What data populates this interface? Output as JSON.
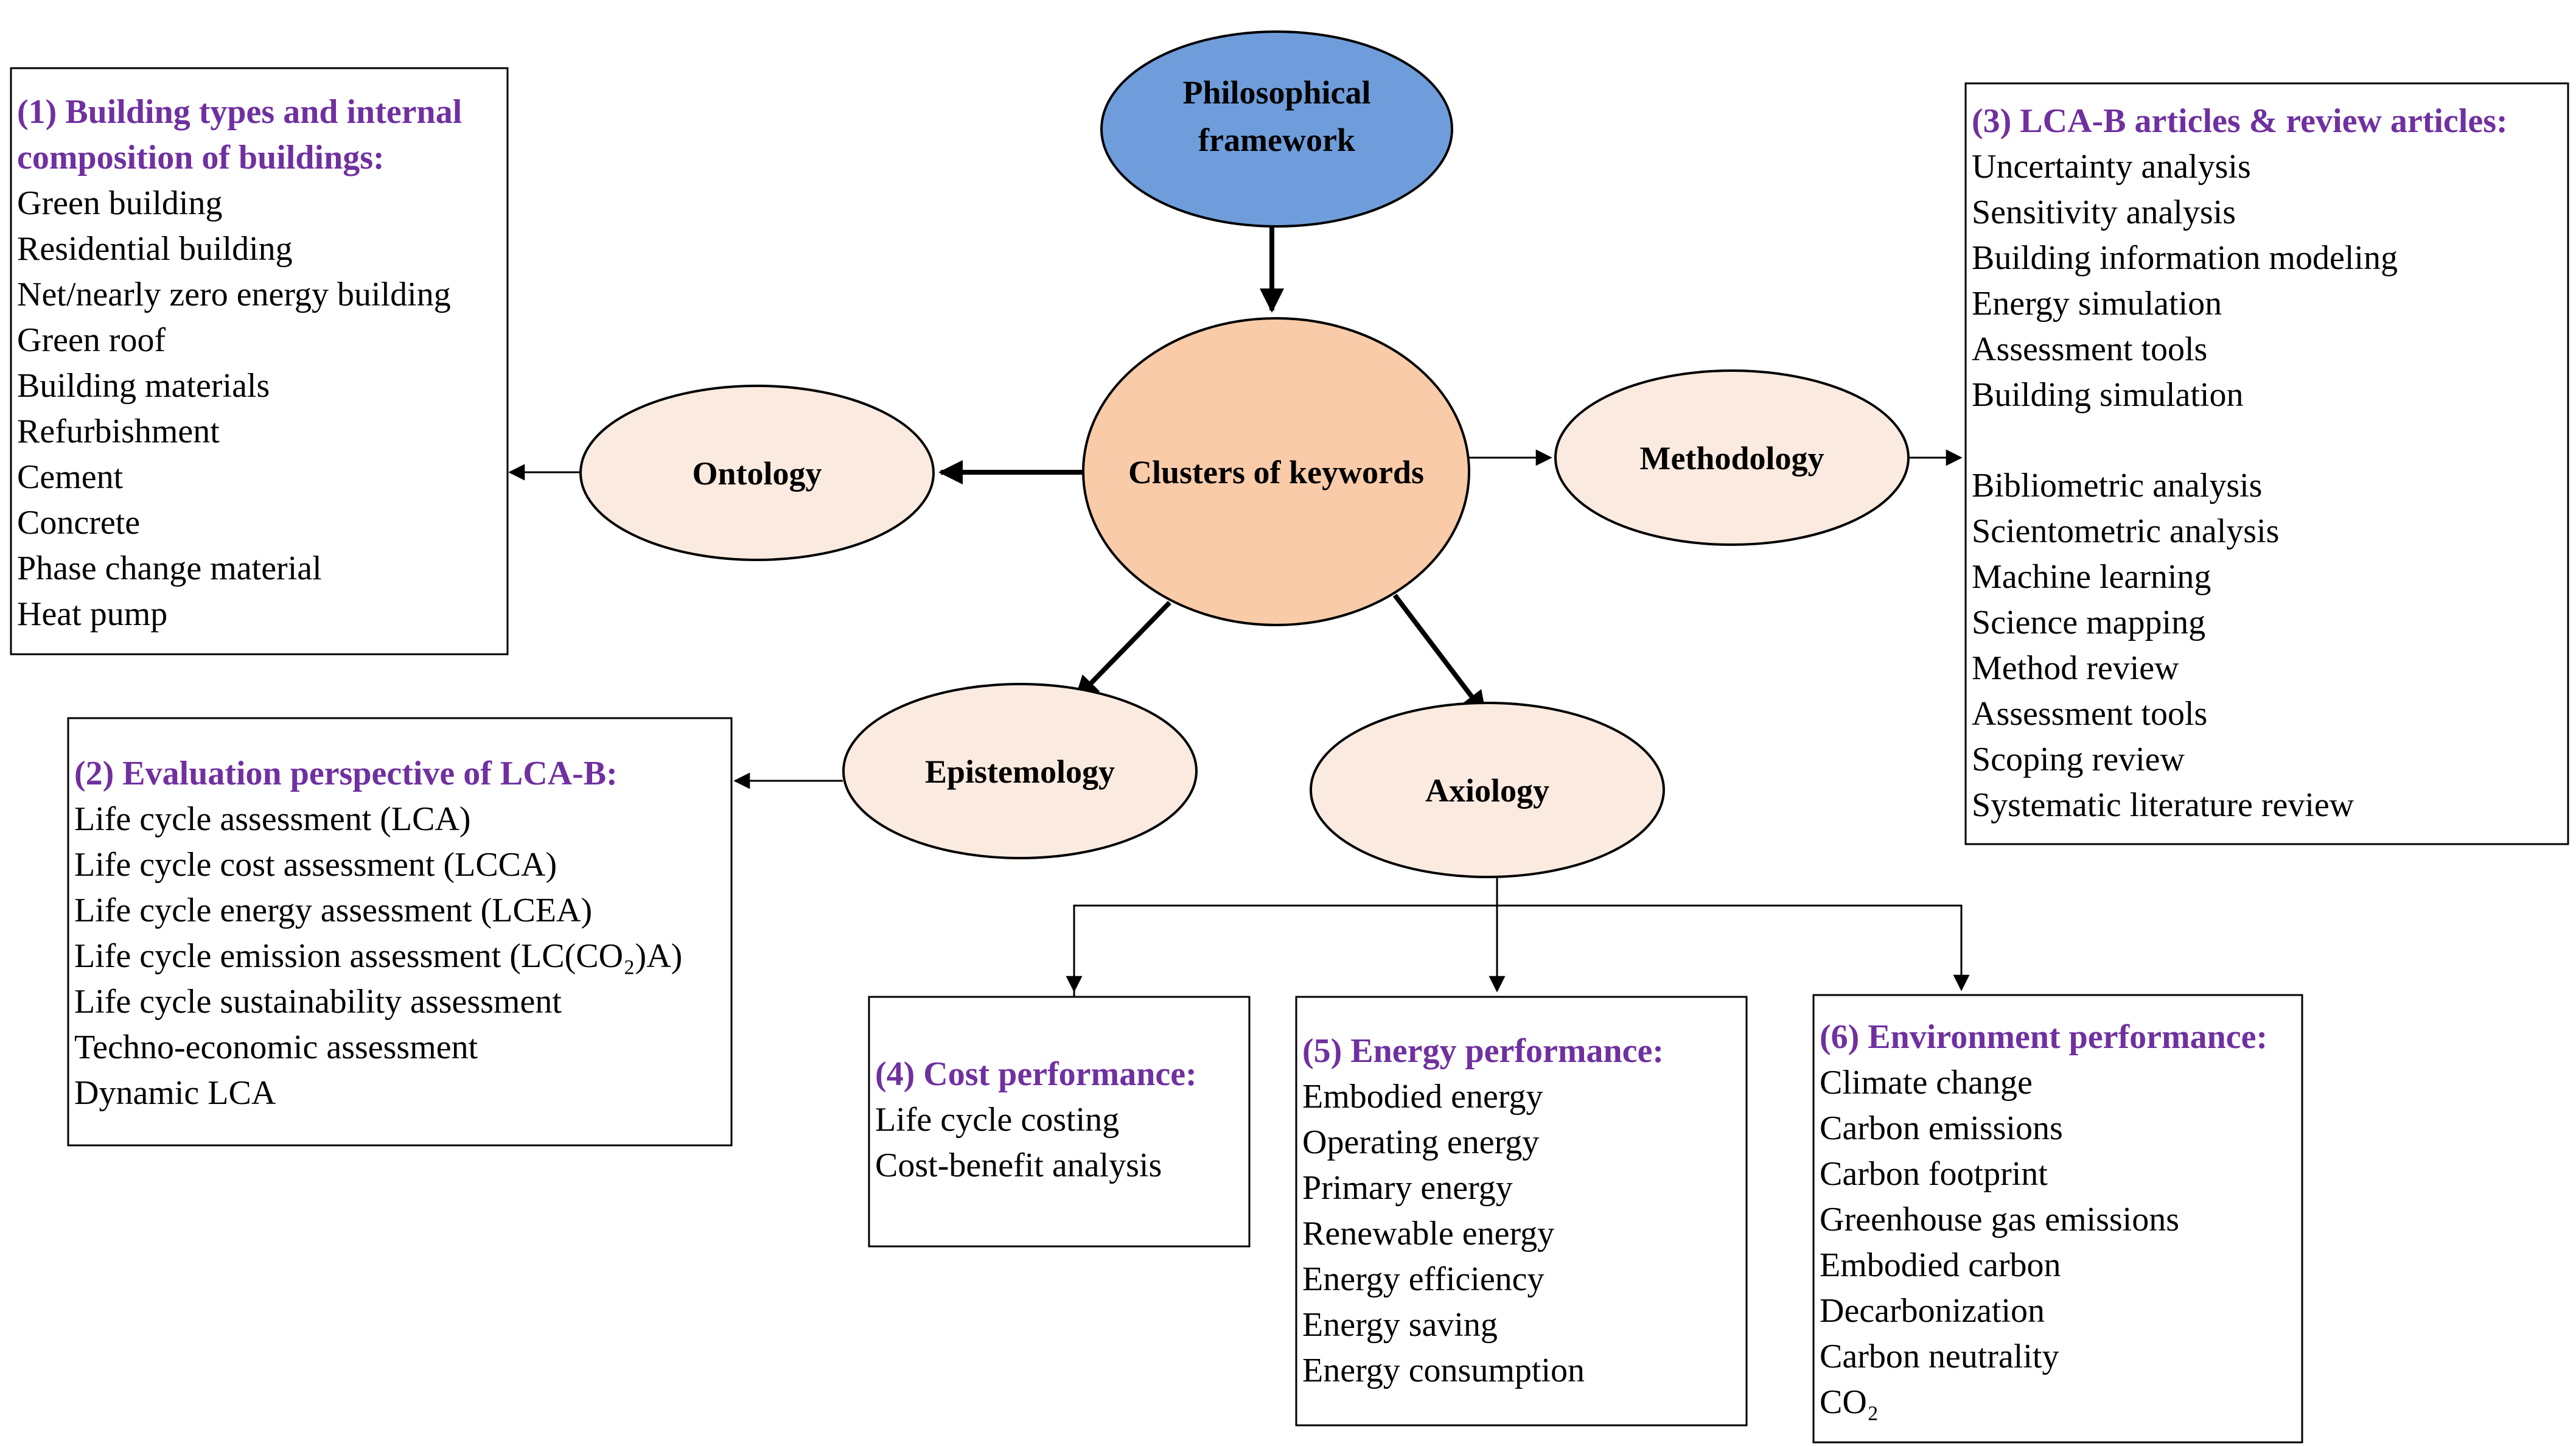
{
  "nodes": {
    "philosophical_framework": {
      "lines": [
        "Philosophical",
        "framework"
      ]
    },
    "clusters_of_keywords": {
      "label": "Clusters of keywords"
    },
    "ontology": {
      "label": "Ontology"
    },
    "methodology": {
      "label": "Methodology"
    },
    "epistemology": {
      "label": "Epistemology"
    },
    "axiology": {
      "label": "Axiology"
    }
  },
  "boxes": {
    "building_types": {
      "heading": [
        "(1) Building types and internal",
        "composition of buildings:"
      ],
      "items": [
        "Green building",
        "Residential building",
        "Net/nearly zero energy building",
        "Green roof",
        "Building materials",
        "Refurbishment",
        "Cement",
        "Concrete",
        "Phase change material",
        "Heat pump"
      ]
    },
    "evaluation_perspective": {
      "heading": [
        "(2) Evaluation perspective of LCA-B:"
      ],
      "items": [
        "Life cycle assessment (LCA)",
        "Life cycle cost assessment (LCCA)",
        "Life cycle energy assessment  (LCEA)",
        "Life cycle emission assessment  (LC(CO₂)A)",
        "Life cycle sustainability assessment",
        "Techno-economic assessment",
        "Dynamic LCA"
      ]
    },
    "lca_b_articles": {
      "heading": [
        "(3) LCA-B articles & review articles:"
      ],
      "items_group1": [
        "Uncertainty analysis",
        "Sensitivity analysis",
        "Building information modeling",
        "Energy simulation",
        "Assessment tools",
        "Building simulation"
      ],
      "items_group2": [
        "Bibliometric analysis",
        "Scientometric analysis",
        "Machine learning",
        "Science mapping",
        "Method review",
        "Assessment tools",
        "Scoping review",
        "Systematic literature review"
      ]
    },
    "cost_performance": {
      "heading": [
        "(4) Cost performance:"
      ],
      "items": [
        "Life cycle costing",
        "Cost-benefit analysis"
      ]
    },
    "energy_performance": {
      "heading": [
        "(5) Energy performance:"
      ],
      "items": [
        "Embodied energy",
        "Operating energy",
        "Primary energy",
        "Renewable energy",
        "Energy efficiency",
        "Energy saving",
        "Energy consumption"
      ]
    },
    "environment_performance": {
      "heading": [
        "(6) Environment performance:"
      ],
      "items": [
        "Climate change",
        "Carbon emissions",
        "Carbon footprint",
        "Greenhouse gas emissions",
        "Embodied carbon",
        "Decarbonization",
        "Carbon neutrality",
        "CO₂"
      ]
    }
  },
  "colors": {
    "heading": "#7030a0",
    "text": "#000000",
    "philosophical_fill": "#6f9ddb",
    "clusters_fill": "#f9cba8",
    "branch_fill": "#fbeadf",
    "stroke": "#000000"
  }
}
